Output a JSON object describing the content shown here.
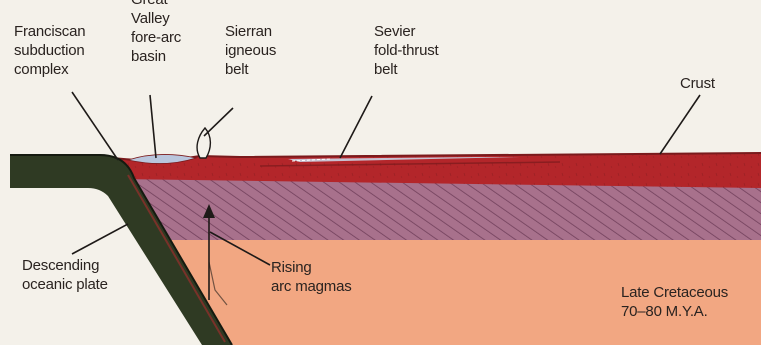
{
  "figure": {
    "colors": {
      "background": "#f4f1ea",
      "crust": "#b3262a",
      "crust_dark": "#7a1a1c",
      "mantle_lithosphere": "#a8718c",
      "asthenosphere": "#f2a782",
      "oceanic_plate": "#2f3a23",
      "forearc_basin": "#b9c6dd",
      "leader_line": "#1e1a18"
    },
    "labels": {
      "franciscan": [
        "Franciscan",
        "subduction",
        "complex"
      ],
      "great_valley": [
        "Great",
        "Valley",
        "fore-arc",
        "basin"
      ],
      "sierran": [
        "Sierran",
        "igneous",
        "belt"
      ],
      "sevier": [
        "Sevier",
        "fold-thrust",
        "belt"
      ],
      "crust": [
        "Crust"
      ],
      "descending": [
        "Descending",
        "oceanic plate"
      ],
      "rising": [
        "Rising",
        "arc magmas"
      ],
      "age": [
        "Late Cretaceous",
        "70–80 M.Y.A."
      ]
    }
  }
}
